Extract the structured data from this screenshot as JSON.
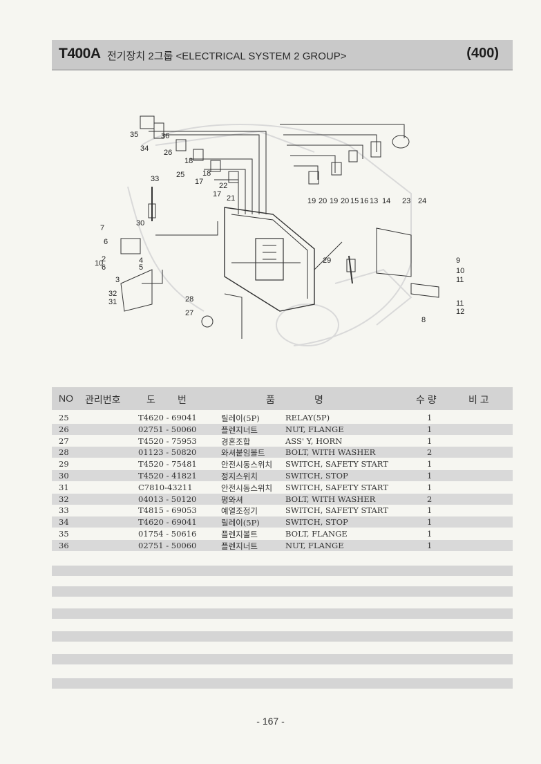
{
  "header": {
    "model": "T400A",
    "title": "전기장치 2그룹 <ELECTRICAL SYSTEM 2 GROUP>",
    "page_code": "(400)"
  },
  "diagram": {
    "callouts": [
      "35",
      "36",
      "34",
      "26",
      "18",
      "25",
      "17",
      "18",
      "22",
      "17",
      "21",
      "33",
      "30",
      "7",
      "6",
      "10",
      "2",
      "4",
      "5",
      "6",
      "3",
      "32",
      "31",
      "28",
      "27",
      "19",
      "20",
      "19",
      "20",
      "15",
      "16",
      "13",
      "14",
      "23",
      "24",
      "9",
      "10",
      "11",
      "11",
      "12",
      "8",
      "29"
    ]
  },
  "table": {
    "headers": {
      "no": "NO",
      "mgmt": "관리번호",
      "drawing_a": "도",
      "drawing_b": "번",
      "name_a": "품",
      "name_b": "명",
      "qty": "수 량",
      "remark": "비 고"
    },
    "rows": [
      {
        "no": "25",
        "part": "T4620 - 69041",
        "kor": "릴레이(5P)",
        "eng": "RELAY(5P)",
        "qty": "1"
      },
      {
        "no": "26",
        "part": "02751 - 50060",
        "kor": "플렌지너트",
        "eng": "NUT, FLANGE",
        "qty": "1"
      },
      {
        "no": "27",
        "part": "T4520 - 75953",
        "kor": "경혼조합",
        "eng": "ASS' Y, HORN",
        "qty": "1"
      },
      {
        "no": "28",
        "part": "01123 - 50820",
        "kor": "와셔붙임볼트",
        "eng": "BOLT, WITH WASHER",
        "qty": "2"
      },
      {
        "no": "29",
        "part": "T4520 - 75481",
        "kor": "안전시동스위치",
        "eng": "SWITCH, SAFETY START",
        "qty": "1"
      },
      {
        "no": "30",
        "part": "T4520 - 41821",
        "kor": "정지스위치",
        "eng": "SWITCH, STOP",
        "qty": "1"
      },
      {
        "no": "31",
        "part": "C7810-43211",
        "kor": "안전시동스위치",
        "eng": "SWITCH, SAFETY START",
        "qty": "1"
      },
      {
        "no": "32",
        "part": "04013 - 50120",
        "kor": "평와셔",
        "eng": "BOLT, WITH WASHER",
        "qty": "2"
      },
      {
        "no": "33",
        "part": "T4815 - 69053",
        "kor": "예열조정기",
        "eng": "SWITCH, SAFETY START",
        "qty": "1"
      },
      {
        "no": "34",
        "part": "T4620 - 69041",
        "kor": "릴레이(5P)",
        "eng": "SWITCH, STOP",
        "qty": "1"
      },
      {
        "no": "35",
        "part": "01754 - 50616",
        "kor": "플렌지볼트",
        "eng": "BOLT, FLANGE",
        "qty": "1"
      },
      {
        "no": "36",
        "part": "02751 - 50060",
        "kor": "플렌지너트",
        "eng": "NUT, FLANGE",
        "qty": "1"
      }
    ]
  },
  "footer": {
    "page": "- 167 -"
  }
}
